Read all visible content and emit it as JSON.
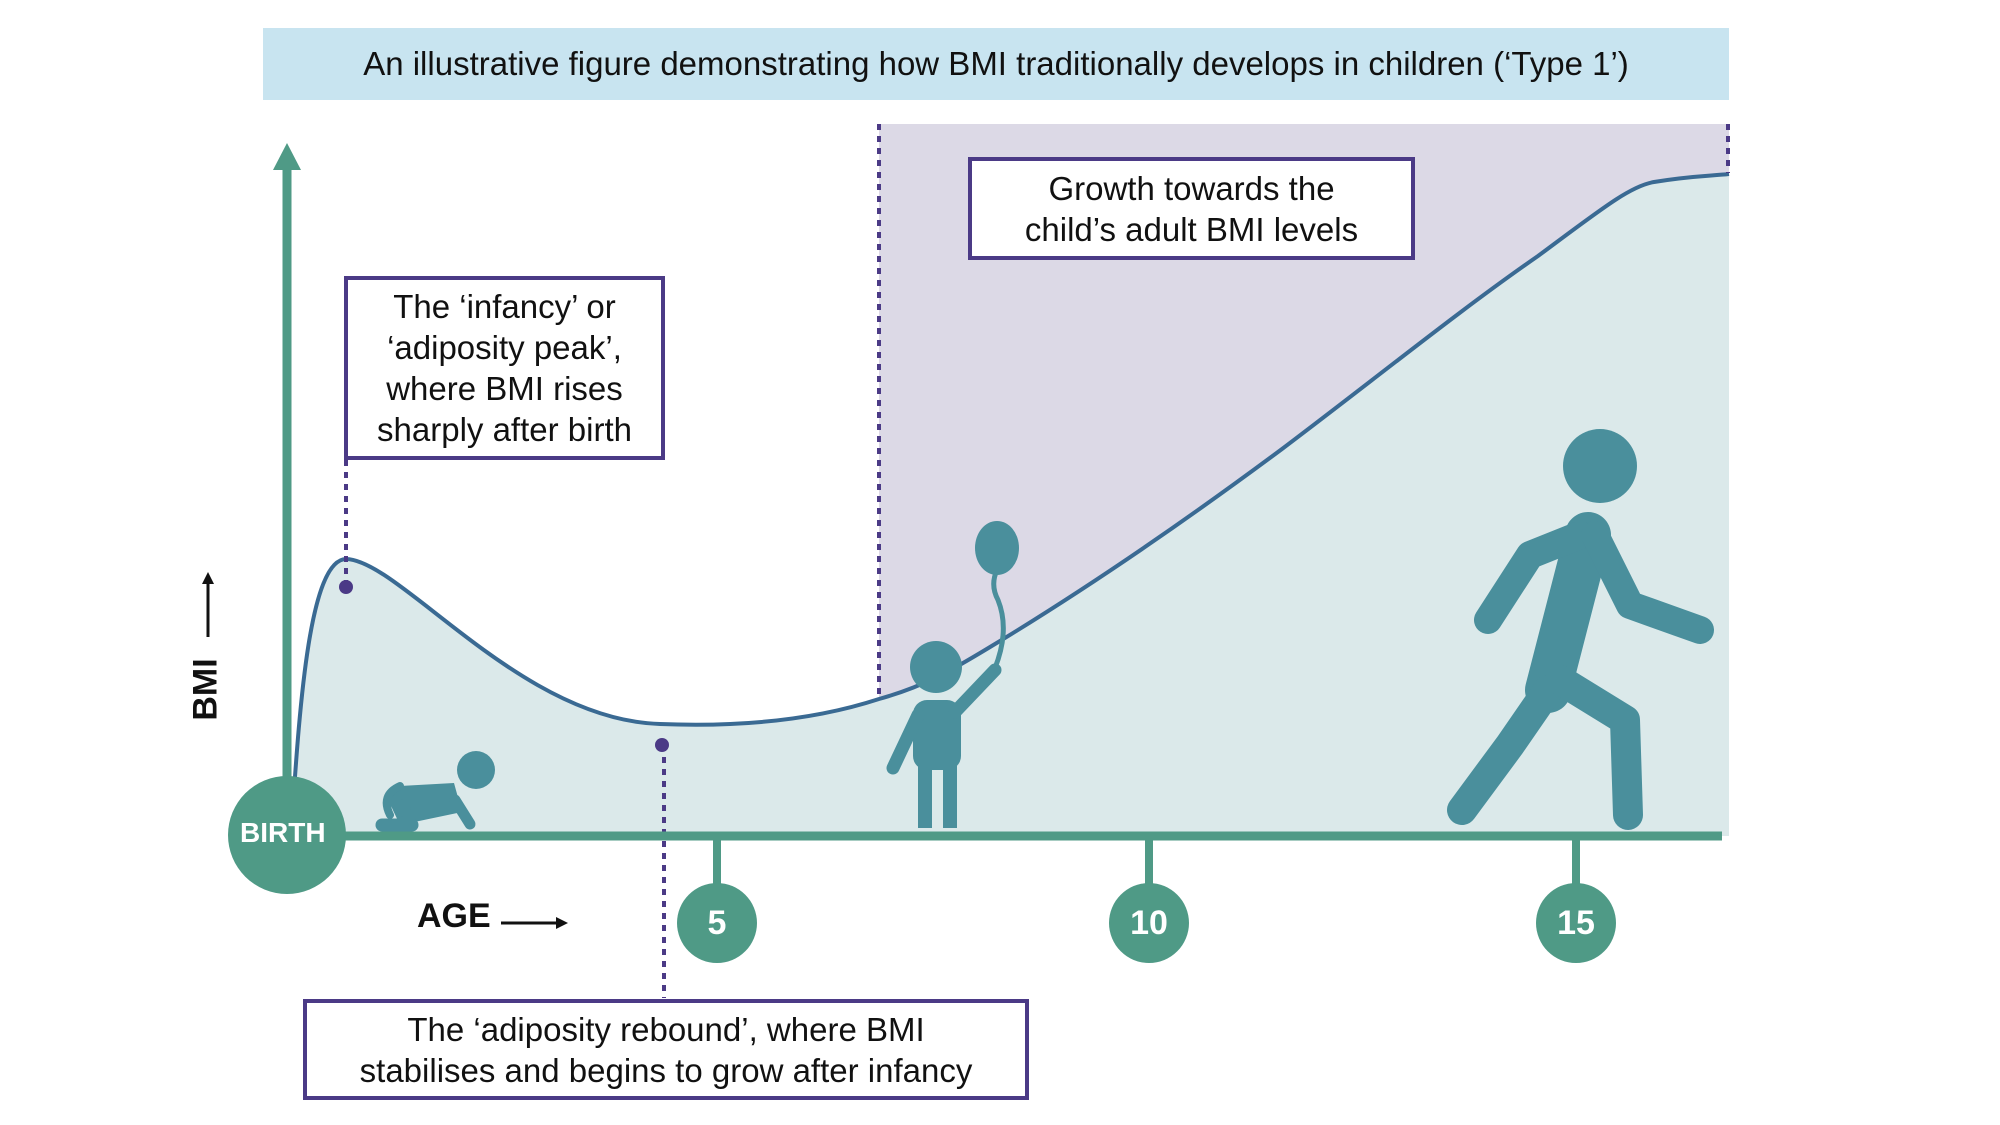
{
  "title": "An illustrative figure demonstrating how BMI traditionally develops in children (‘Type 1’)",
  "axes": {
    "y_label": "BMI",
    "x_label": "AGE",
    "origin_label": "BIRTH",
    "ticks": [
      "5",
      "10",
      "15"
    ]
  },
  "annotations": {
    "infancy_peak": "The ‘infancy’ or\n‘adiposity peak’,\nwhere BMI rises\nsharply after birth",
    "growth": "Growth towards the\nchild’s adult BMI levels",
    "rebound": "The ‘adiposity rebound’, where BMI\nstabilises and begins to grow after infancy"
  },
  "colors": {
    "axis": "#4f9a86",
    "curve": "#3a6a93",
    "fill": "#dbe9ea",
    "region": "#dcd9e6",
    "annotation": "#4b3a86",
    "figures": "#4a8f9c",
    "title_bg": "#c8e4f0"
  }
}
